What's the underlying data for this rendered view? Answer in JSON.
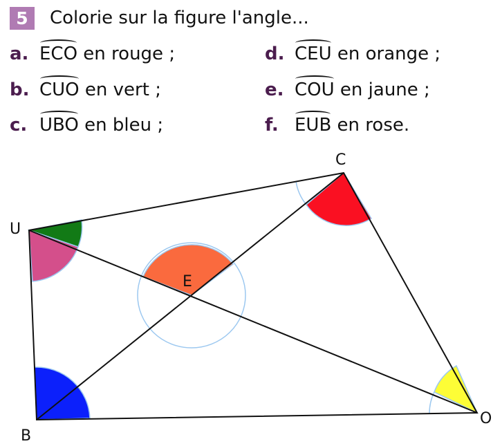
{
  "exercise": {
    "number": "5",
    "instruction": "Colorie sur la figure l'angle..."
  },
  "items": [
    {
      "label": "a.",
      "angle": "ECO",
      "text": " en rouge ;",
      "color": "#fa1022"
    },
    {
      "label": "b.",
      "angle": "CUO",
      "text": " en vert ;",
      "color": "#127a16"
    },
    {
      "label": "c.",
      "angle": "UBO",
      "text": " en bleu ;",
      "color": "#0c20fb"
    },
    {
      "label": "d.",
      "angle": "CEU",
      "text": " en orange ;",
      "color": "#fa6a3e"
    },
    {
      "label": "e.",
      "angle": "COU",
      "text": " en jaune ;",
      "color": "#fdfd36"
    },
    {
      "label": "f.",
      "angle": "EUB",
      "text": " en rose.",
      "color": "#d44f8b"
    }
  ],
  "figure": {
    "points": {
      "U": "U",
      "C": "C",
      "O": "O",
      "B": "B",
      "E": "E"
    }
  }
}
